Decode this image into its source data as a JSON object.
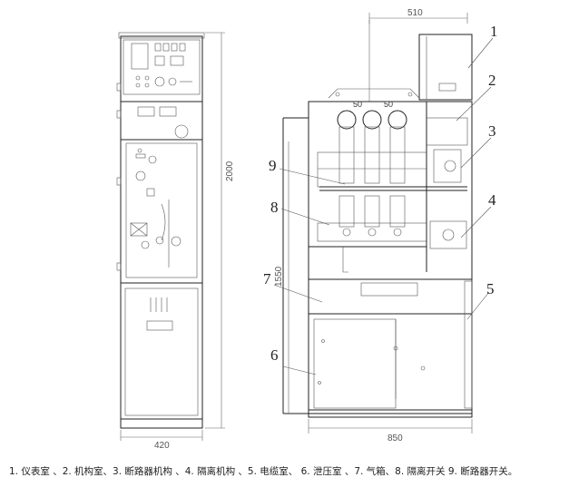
{
  "dimensions": {
    "front_width": "420",
    "front_height": "2000",
    "side_width_top": "510",
    "side_width_bottom": "850",
    "side_height": "1550",
    "pole_spacing_1": "50",
    "pole_spacing_2": "50"
  },
  "callouts": [
    "1",
    "2",
    "3",
    "4",
    "5",
    "6",
    "7",
    "8",
    "9"
  ],
  "caption": "1. 仪表室 、2. 机构室、3. 断路器机构 、4. 隔离机构 、5. 电缆室、 6. 泄压室 、7. 气箱、8. 隔离开关 9. 断路器开关。"
}
